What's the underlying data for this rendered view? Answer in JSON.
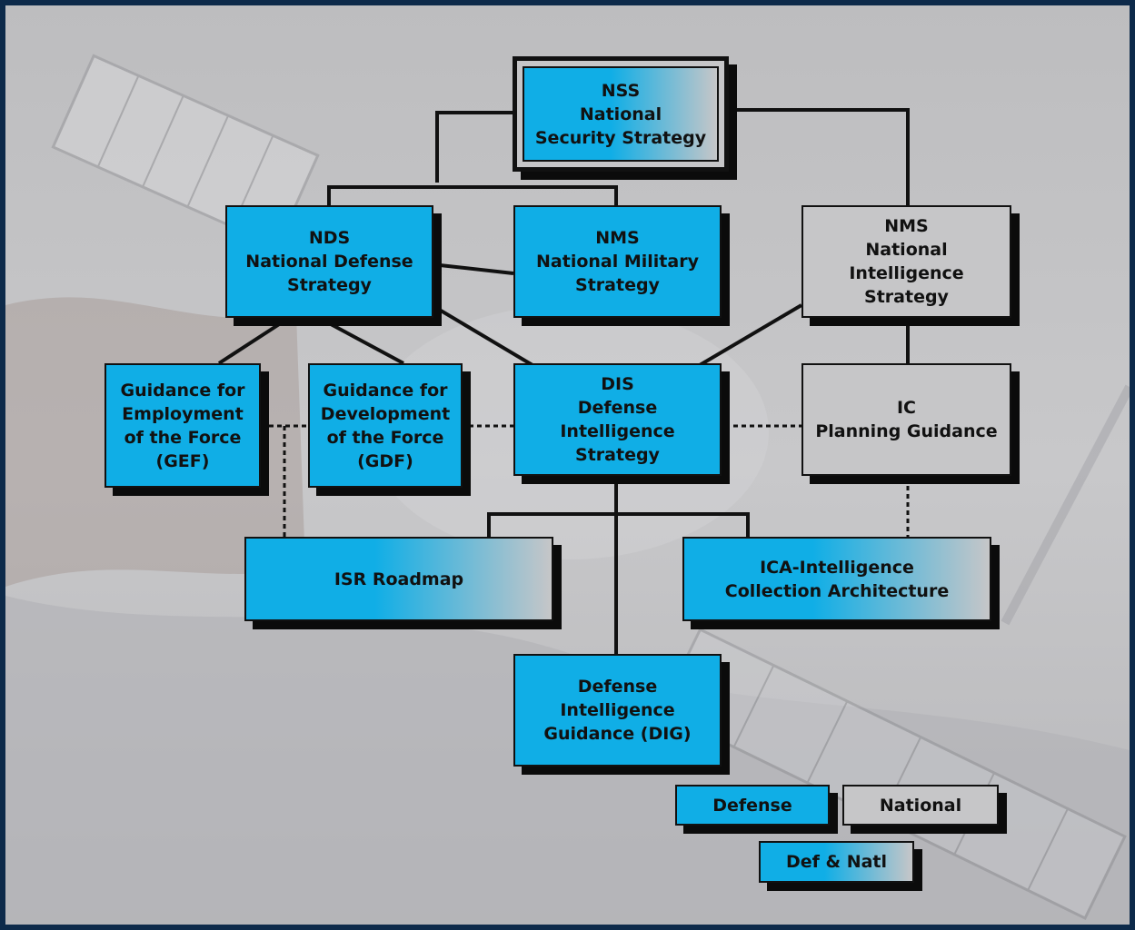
{
  "colors": {
    "defense": "#10aee6",
    "national": "#c6c6c8",
    "frame": "#0d2a4a",
    "connector": "#111111"
  },
  "nodes": {
    "nss": "NSS\nNational\nSecurity Strategy",
    "nds": "NDS\nNational Defense\nStrategy",
    "nms_military": "NMS\nNational Military\nStrategy",
    "nms_intel": "NMS\nNational Intelligence\nStrategy",
    "gef": "Guidance for\nEmployment\nof the Force\n(GEF)",
    "gdf": "Guidance for\nDevelopment\nof the Force\n(GDF)",
    "dis": "DIS\nDefense Intelligence\nStrategy",
    "ic": "IC\nPlanning Guidance",
    "isr": "ISR Roadmap",
    "ica": "ICA-Intelligence\nCollection Architecture",
    "dig": "Defense\nIntelligence\nGuidance (DIG)"
  },
  "legend": {
    "defense": "Defense",
    "national": "National",
    "def_natl": "Def & Natl"
  }
}
